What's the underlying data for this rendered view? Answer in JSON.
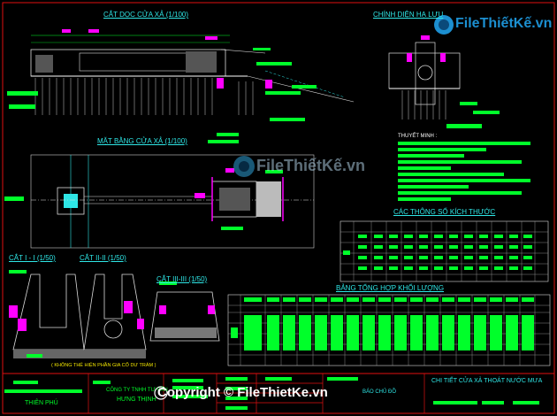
{
  "titles": {
    "long_section": "CẮT DỌC CỬA XẢ (1/100)",
    "front_elevation": "CHÍNH DIỆN HẠ LƯU",
    "plan": "MẶT BẰNG CỬA XẢ (1/100)",
    "section_1": "CẮT I - I (1/50)",
    "section_2": "CẮT II-II (1/50)",
    "section_3": "CẮT III-III (1/50)",
    "params_table": "CÁC THÔNG SỐ KÍCH THƯỚC",
    "quantity_table": "BẢNG TỔNG HỢP KHỐI LƯỢNG",
    "notes": "THUYẾT MINH :"
  },
  "notes_caption": "( KHÔNG THỂ HIỆN PHẦN GIA CỐ DƯ TRÁM )",
  "title_block": {
    "org_1": "THIÊN PHÚ",
    "org_2_line1": "CÔNG TY TNHH TƯ VẤN",
    "org_2_line2": "HƯNG THỊNH",
    "drawing_name": "CHI TIẾT CỬA XẢ THOÁT NƯỚC MƯA",
    "mid_label": "BÁO CHỦ ĐỒ"
  },
  "watermark": {
    "logo_text": "FileThiếtKế.vn",
    "center_text": "FileThiếtKế.vn",
    "copyright": "Copyright © FileThietKe.vn"
  },
  "colors": {
    "cyan": "#2ee6e6",
    "green": "#00ff2a",
    "magenta": "#ff00ff",
    "yellow": "#f3e600",
    "white": "#ffffff",
    "red": "#e01010"
  }
}
